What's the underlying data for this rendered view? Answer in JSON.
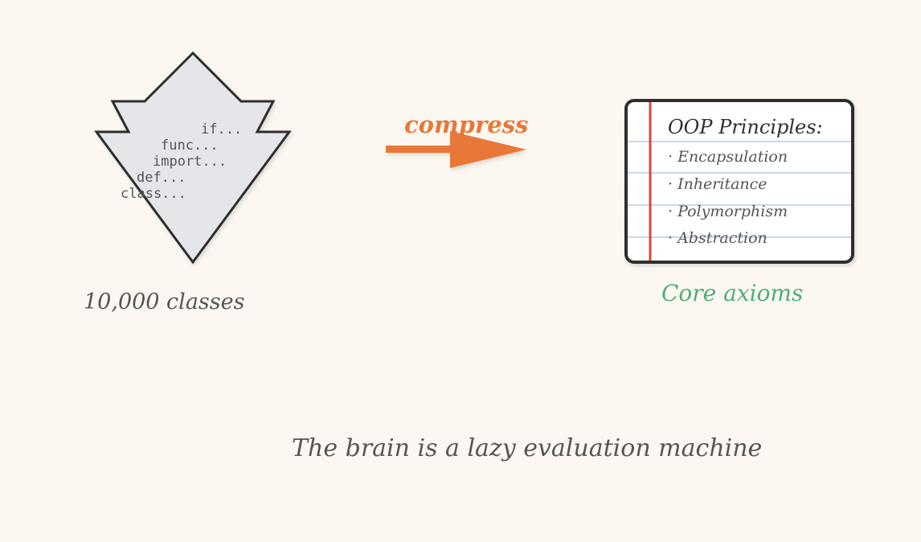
{
  "pile": {
    "code_lines": [
      "if...",
      "func...",
      "import...",
      "def...",
      "class..."
    ],
    "caption": "10,000 classes"
  },
  "arrow": {
    "label": "compress"
  },
  "notebook": {
    "title": "OOP Principles:",
    "items": [
      "· Encapsulation",
      "· Inheritance",
      "· Polymorphism",
      "· Abstraction"
    ],
    "caption": "Core axioms"
  },
  "footer": {
    "text": "The brain is a lazy evaluation machine"
  },
  "colors": {
    "background": "#fcf8f1",
    "accent_orange": "#e87838",
    "accent_green": "#4caf78",
    "ink_dark": "#2f2f2f",
    "ink_gray": "#555555",
    "shape_fill": "#e4e6ea",
    "paper_rule": "#c9d9ee",
    "margin_line": "#d9463e"
  },
  "icons": [
    "stacked-code-shape",
    "right-arrow-icon",
    "notebook-card"
  ]
}
